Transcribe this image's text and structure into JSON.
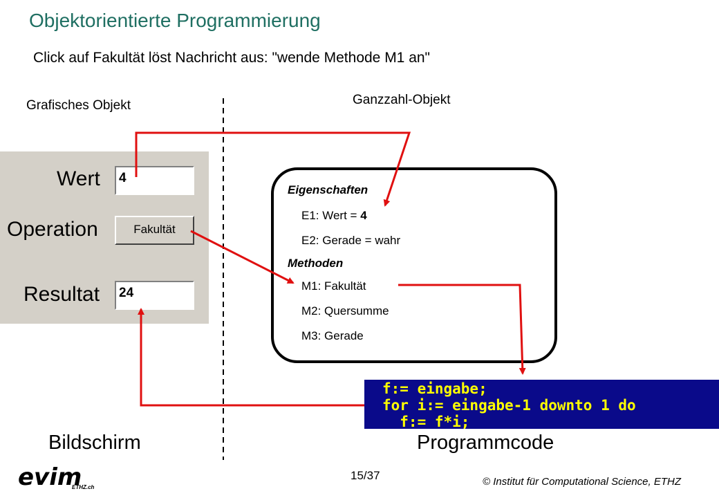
{
  "slide": {
    "title": "Objektorientierte Programmierung",
    "subtitle": "Click auf Fakultät löst Nachricht aus: \"wende Methode M1 an\""
  },
  "labels": {
    "graphic_object": "Grafisches Objekt",
    "integer_object": "Ganzzahl-Objekt",
    "screen": "Bildschirm",
    "program_code": "Programmcode"
  },
  "form": {
    "value_label": "Wert",
    "value_input": "4",
    "operation_label": "Operation",
    "operation_button": "Fakultät",
    "result_label": "Resultat",
    "result_input": "24"
  },
  "object": {
    "properties_heading": "Eigenschaften",
    "properties": [
      "E1: Wert = ",
      "E2: Gerade = wahr"
    ],
    "property_value_bold": "4",
    "methods_heading": "Methoden",
    "methods": [
      "M1: Fakultät",
      "M2: Quersumme",
      "M3: Gerade"
    ]
  },
  "code": {
    "lines": [
      "f:= eingabe;",
      "for i:= eingabe-1 downto 1 do",
      "  f:= f*i;"
    ]
  },
  "footer": {
    "page": "15/37",
    "copyright": "© Institut für Computational Science, ETHZ",
    "logo": "evim",
    "logo_sub": "ETHZ.ch"
  },
  "colors": {
    "title": "#1f6f62",
    "arrow": "#e01010",
    "code_bg": "#0a0a8a",
    "code_text": "#ffff00",
    "panel": "#d4d0c8"
  }
}
